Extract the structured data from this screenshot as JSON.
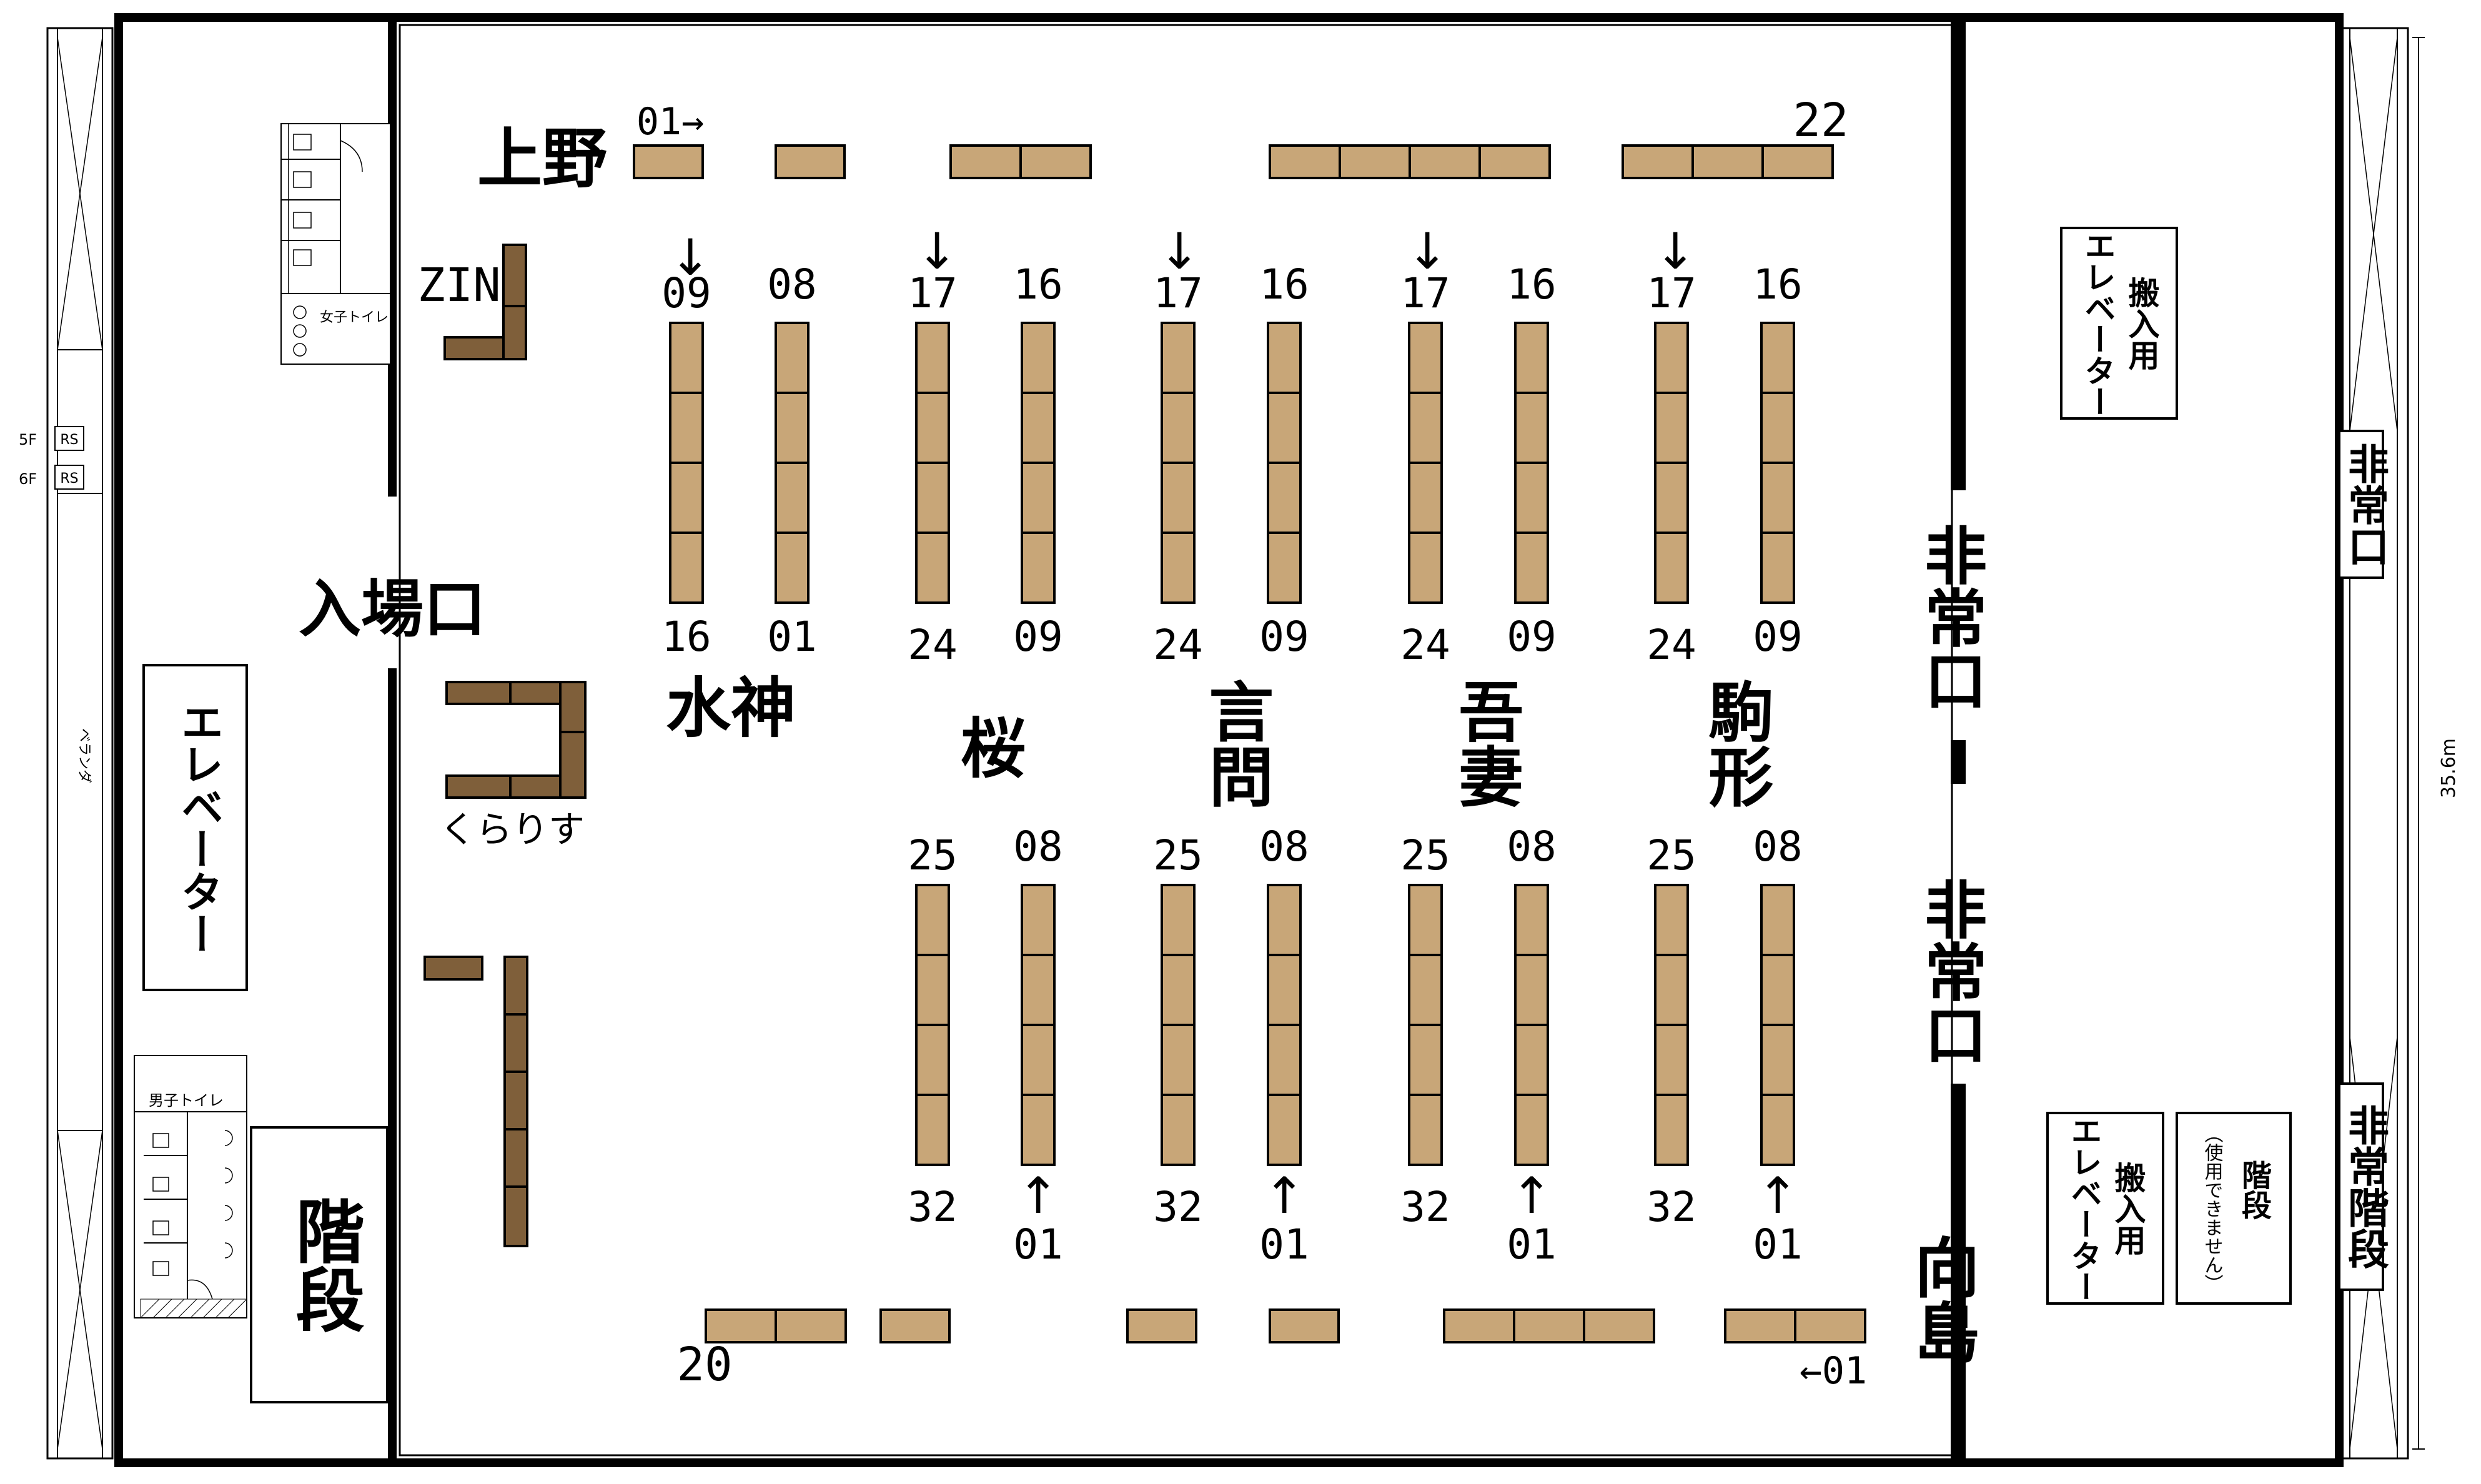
{
  "colors": {
    "booth": "#c8a678",
    "booth_dark": "#7f5f3a",
    "wall": "#000000",
    "line": "#000000"
  },
  "sides": {
    "left_dim": "ベランダ",
    "right_dim": "35.6m",
    "floor_5f": "5F",
    "floor_6f": "6F",
    "rs": "RS"
  },
  "rooms": {
    "womens_toilet": "女子トイレ",
    "mens_toilet": "男子トイレ",
    "elevator": "エレベーター",
    "stairs": "階段",
    "entrance": "入場口",
    "cargo_elev_line1": "搬入用",
    "cargo_elev_line2": "エレベーター",
    "stairs_right": "階段",
    "stairs_note": "（使用できません）",
    "emergency_exit": "非常口",
    "emergency_stairs": "非常階段"
  },
  "areas": {
    "ueno": "上野",
    "mukoujima": "向島",
    "zin": "ZIN",
    "kurarisu": "くらりす",
    "suijin": "水神",
    "sakura": "桜",
    "kototoi": "言問",
    "azuma": "吾妻",
    "komagata": "駒形"
  },
  "labels": {
    "top_start": "01→",
    "top_end": "22",
    "bottom_start": "20",
    "bottom_end": "←01",
    "down_arrow": "↓",
    "up_arrow": "↑",
    "c1_top": "09",
    "c1_bot": "16",
    "c2_top": "08",
    "c2_bot": "01",
    "c3_top": "17",
    "c3_bot": "24",
    "c4_top": "16",
    "c4_bot": "09",
    "c5_top": "17",
    "c5_bot": "24",
    "c6_top": "16",
    "c6_bot": "09",
    "c7_top": "17",
    "c7_bot": "24",
    "c8_top": "16",
    "c8_bot": "09",
    "c9_top": "17",
    "c9_bot": "24",
    "c10_top": "16",
    "c10_bot": "09",
    "l1_top": "25",
    "l1_bot": "32",
    "l2_top": "08",
    "l2_bot": "01",
    "l3_top": "25",
    "l3_bot": "32",
    "l4_top": "08",
    "l4_bot": "01",
    "l5_top": "25",
    "l5_bot": "32",
    "l6_top": "08",
    "l6_bot": "01",
    "l7_top": "25",
    "l7_bot": "32",
    "l8_top": "08",
    "l8_bot": "01"
  }
}
